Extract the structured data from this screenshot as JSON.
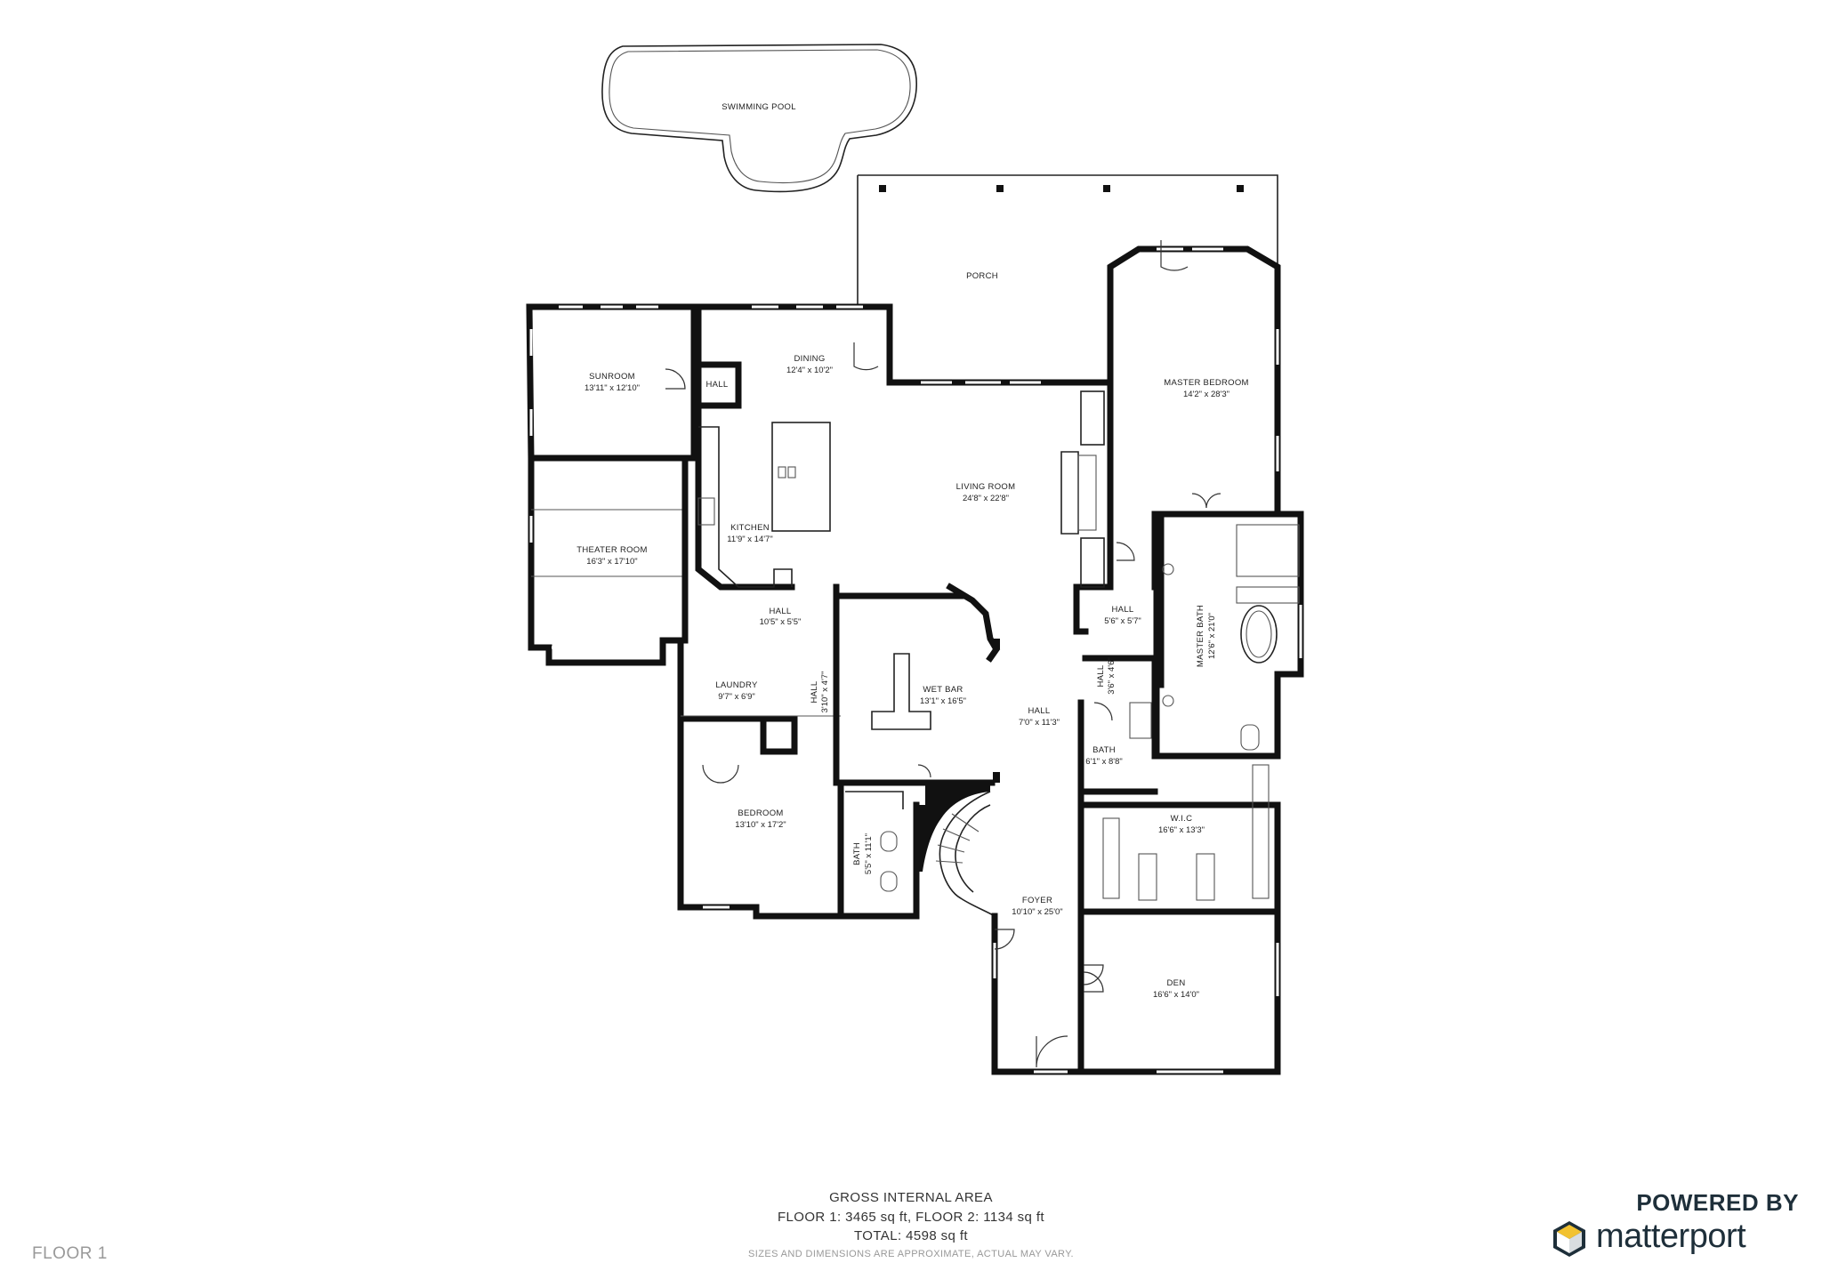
{
  "rooms": {
    "pool": {
      "name": "SWIMMING POOL"
    },
    "porch": {
      "name": "PORCH"
    },
    "sunroom": {
      "name": "SUNROOM",
      "dim": "13'11\" x 12'10\""
    },
    "hall_small": {
      "name": "HALL"
    },
    "dining": {
      "name": "DINING",
      "dim": "12'4\" x 10'2\""
    },
    "master_bedroom": {
      "name": "MASTER BEDROOM",
      "dim": "14'2\" x 28'3\""
    },
    "living_room": {
      "name": "LIVING ROOM",
      "dim": "24'8\" x 22'8\""
    },
    "kitchen": {
      "name": "KITCHEN",
      "dim": "11'9\" x 14'7\""
    },
    "theater_room": {
      "name": "THEATER ROOM",
      "dim": "16'3\" x 17'10\""
    },
    "hall_kitchen": {
      "name": "HALL",
      "dim": "10'5\" x 5'5\""
    },
    "hall_east": {
      "name": "HALL",
      "dim": "5'6\" x 5'7\""
    },
    "master_bath": {
      "name": "MASTER BATH",
      "dim": "12'6\" x 21'0\""
    },
    "laundry": {
      "name": "LAUNDRY",
      "dim": "9'7\" x 6'9\""
    },
    "hall_laundry": {
      "name": "HALL",
      "dim": "3'10\" x 4'7\""
    },
    "wet_bar": {
      "name": "WET BAR",
      "dim": "13'1\" x 16'5\""
    },
    "hall_center": {
      "name": "HALL",
      "dim": "7'0\" x 11'3\""
    },
    "hall_tiny": {
      "name": "HALL",
      "dim": "3'6\" x 4'6\""
    },
    "bath_east": {
      "name": "BATH",
      "dim": "6'1\" x 8'8\""
    },
    "bedroom": {
      "name": "BEDROOM",
      "dim": "13'10\" x 17'2\""
    },
    "bath_west": {
      "name": "BATH",
      "dim": "5'5\" x 11'1\""
    },
    "wic": {
      "name": "W.I.C",
      "dim": "16'6\" x 13'3\""
    },
    "foyer": {
      "name": "FOYER",
      "dim": "10'10\" x 25'0\""
    },
    "den": {
      "name": "DEN",
      "dim": "16'6\" x 14'0\""
    }
  },
  "area": {
    "heading": "GROSS INTERNAL AREA",
    "floors": "FLOOR 1: 3465 sq ft, FLOOR 2: 1134 sq ft",
    "total": "TOTAL: 4598 sq ft",
    "disclaimer": "SIZES AND DIMENSIONS ARE APPROXIMATE, ACTUAL MAY VARY."
  },
  "floor_label": "FLOOR 1",
  "brand": {
    "powered_by": "POWERED BY",
    "name": "matterport",
    "color": "#1e2f3a"
  }
}
